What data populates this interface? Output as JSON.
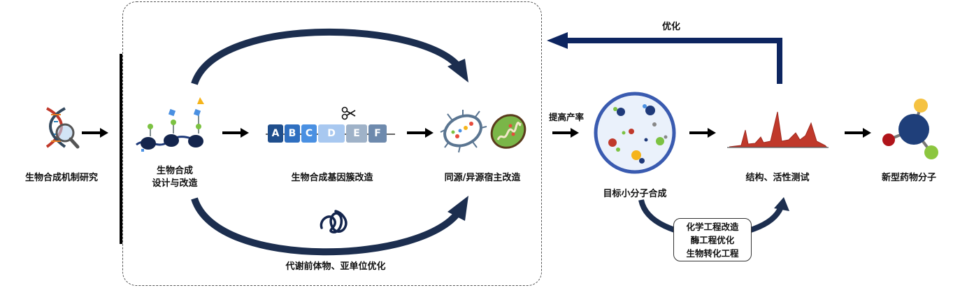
{
  "nodes": {
    "mechanism": "生物合成机制研究",
    "design_line1": "生物合成",
    "design_line2": "设计与改造",
    "gene_cluster": "生物合成基因簇改造",
    "host": "同源/异源宿主改造",
    "synthesis": "目标小分子合成",
    "testing": "结构、活性测试",
    "drug": "新型药物分子"
  },
  "edges": {
    "yield": "提高产率",
    "optimize": "优化",
    "precursor": "代谢前体物、亚单位优化"
  },
  "methods": [
    "化学工程改造",
    "酶工程优化",
    "生物转化工程"
  ],
  "genes": [
    "A",
    "B",
    "C",
    "D",
    "E",
    "F"
  ],
  "colors": {
    "navy": "#1c2e4f",
    "arrow_blue": "#0d2560",
    "gene_colors": [
      "#1f4e8c",
      "#2f6fc0",
      "#4a90e2",
      "#a8c8f0",
      "#9fb2c8",
      "#6e8aad"
    ],
    "peak_red": "#c0392b"
  }
}
